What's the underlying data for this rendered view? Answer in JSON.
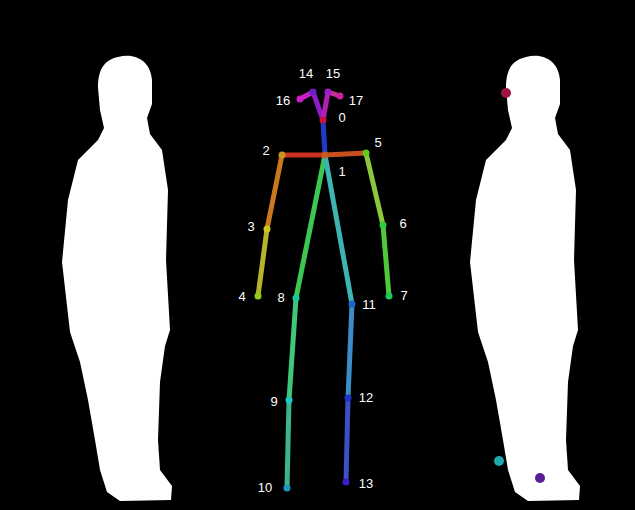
{
  "diagram": {
    "labels": [
      "14",
      "15",
      "16",
      "17",
      "0",
      "2",
      "1",
      "5",
      "3",
      "6",
      "4",
      "8",
      "11",
      "7",
      "9",
      "12",
      "10",
      "13"
    ]
  }
}
